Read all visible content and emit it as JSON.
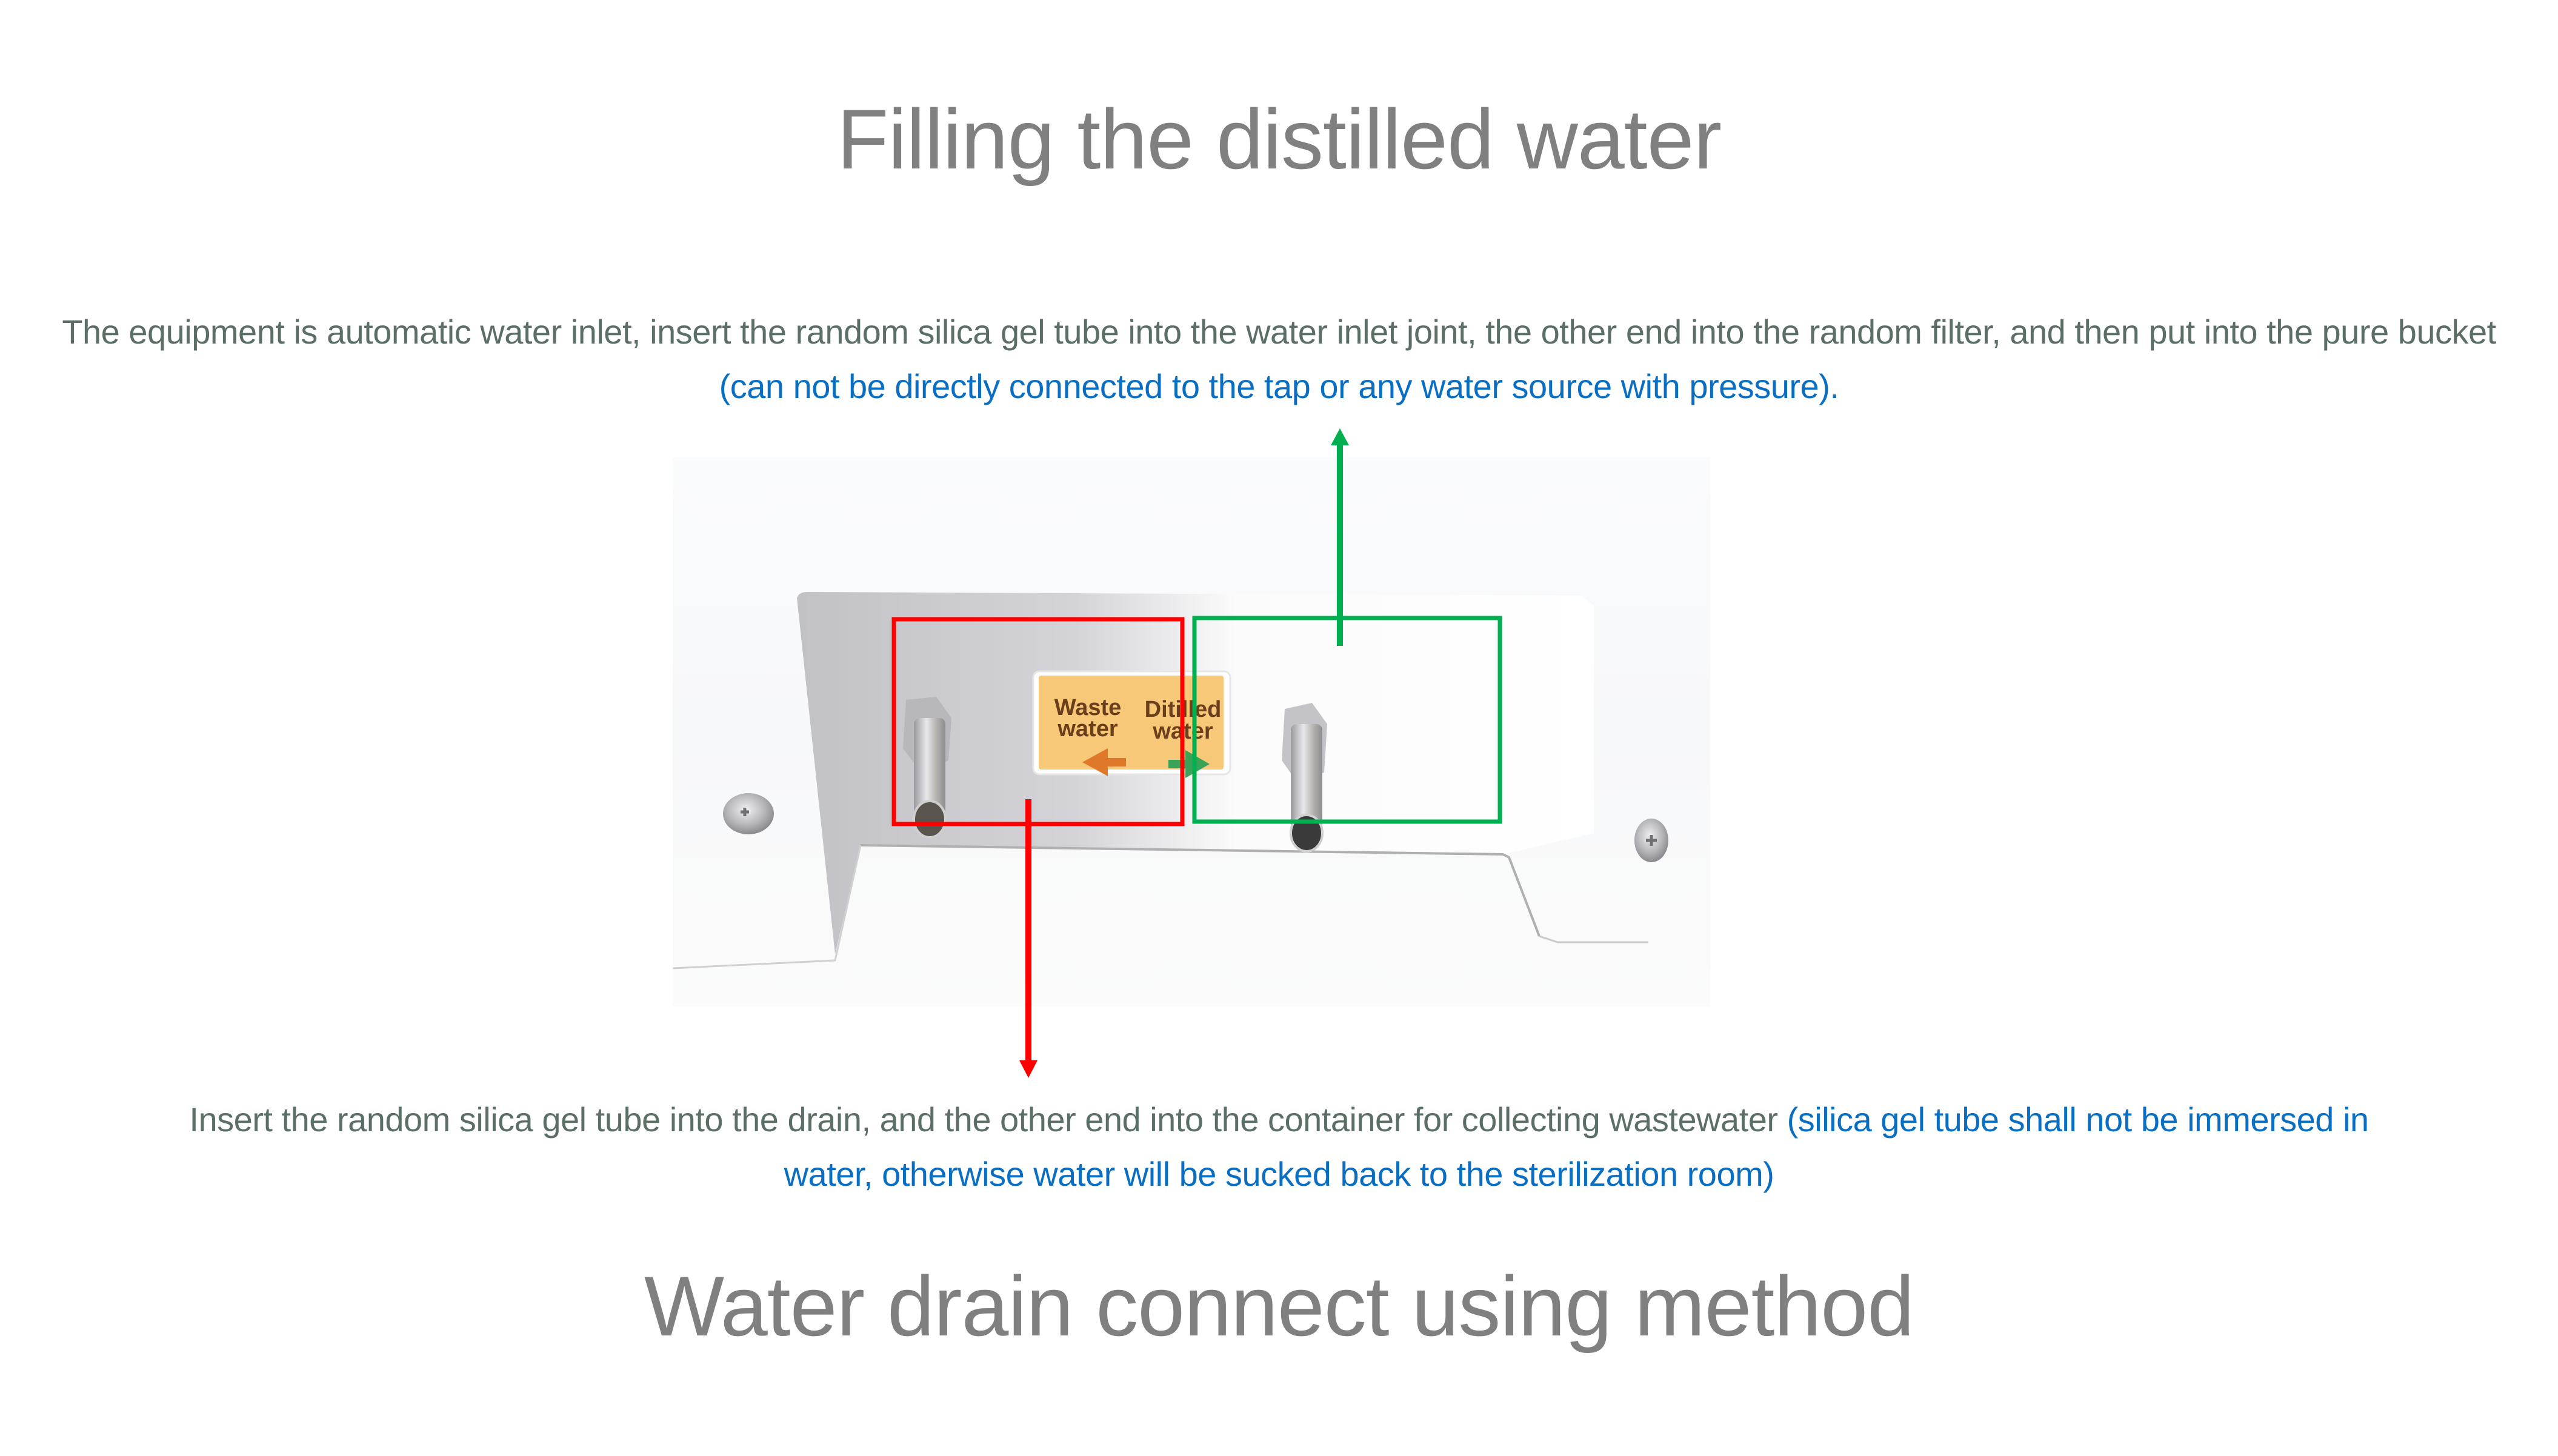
{
  "headings": {
    "top": "Filling the distilled water",
    "bottom": "Water drain connect using method"
  },
  "inlet_instructions": {
    "main": "The equipment is automatic water inlet, insert the random silica gel tube into the water inlet joint, the other end into the random filter, and then put into the pure bucket",
    "note": "(can not be directly connected to the tap or any water source with pressure)."
  },
  "drain_instructions": {
    "main": "Insert the random silica gel tube into the drain, and the other end into the container for collecting wastewater ",
    "note_line1": "(silica gel tube shall not be immersed in",
    "note_line2": "water, otherwise water will be sucked back to the sterilization room)"
  },
  "photo": {
    "label_waste_line1": "Waste",
    "label_waste_line2": "water",
    "label_distilled_line1": "Ditilled",
    "label_distilled_line2": "water",
    "callouts": [
      {
        "name": "waste-water-outlet",
        "color": "#ff0000",
        "points_to": "drain instructions"
      },
      {
        "name": "distilled-water-inlet",
        "color": "#00b050",
        "points_to": "inlet instructions"
      }
    ]
  },
  "colors": {
    "heading": "#808080",
    "body_text": "#5b6f66",
    "note_text": "#0a6fc2",
    "waste_box": "#ff0000",
    "inlet_box": "#00b050",
    "sticker": "#f6c878"
  }
}
